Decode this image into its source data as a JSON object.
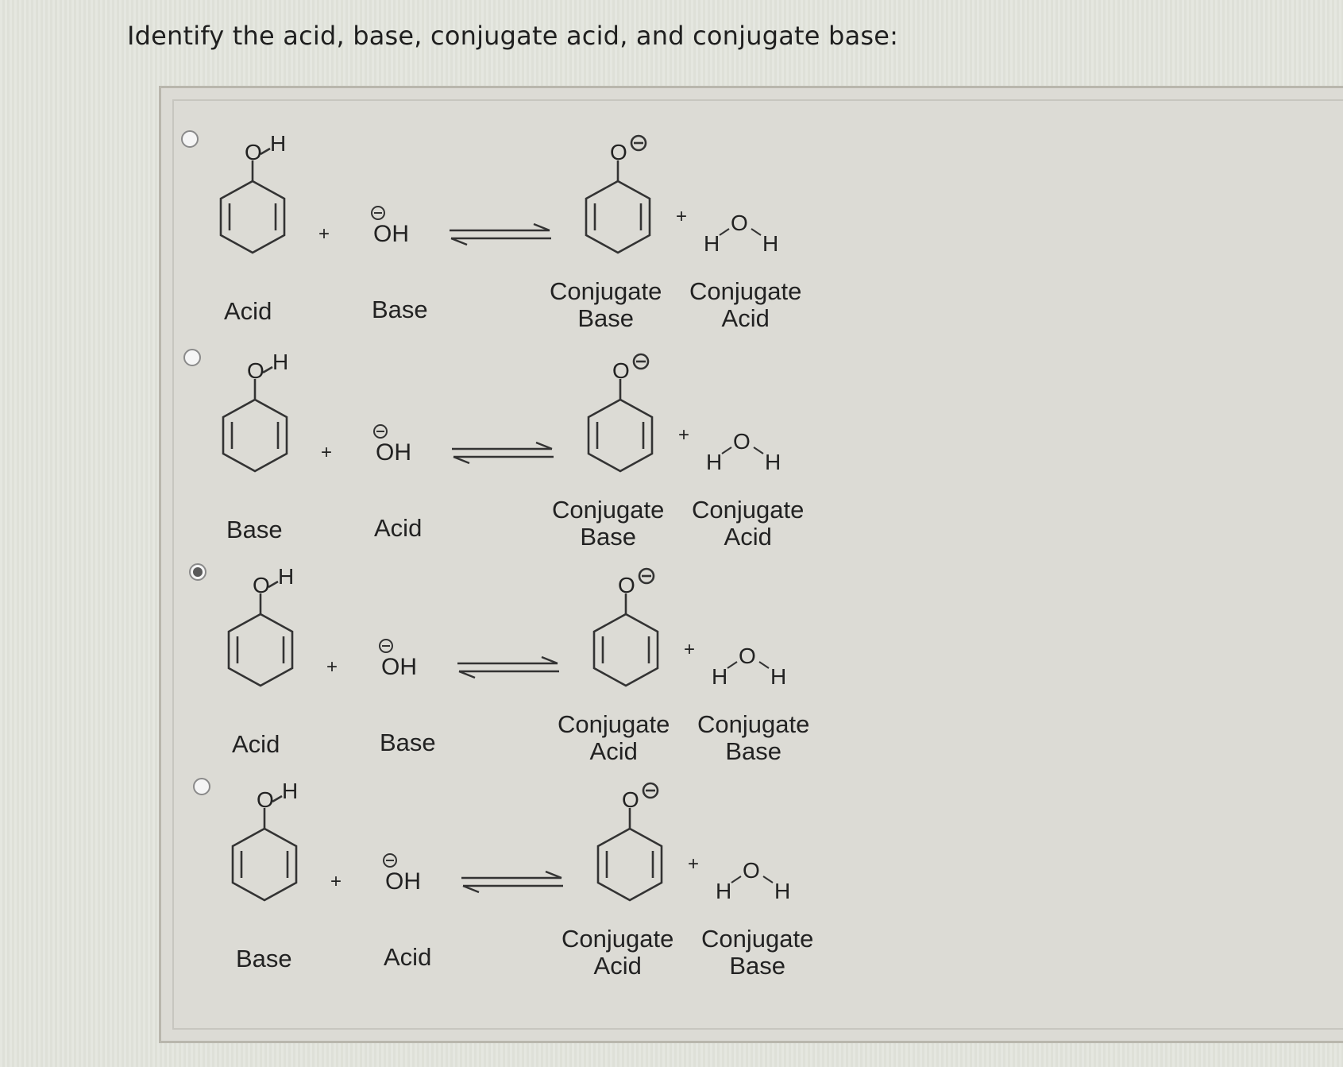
{
  "question": "Identify the acid, base, conjugate acid, and conjugate base:",
  "chem": {
    "O": "O",
    "H": "H",
    "OH": "OH",
    "plus": "+",
    "minus_symbol": "⊖"
  },
  "options": [
    {
      "selected": false,
      "reactant1_label": "Acid",
      "reactant2_label": "Base",
      "product1_label": [
        "Conjugate",
        "Base"
      ],
      "product2_label": [
        "Conjugate",
        "Acid"
      ]
    },
    {
      "selected": false,
      "reactant1_label": "Base",
      "reactant2_label": "Acid",
      "product1_label": [
        "Conjugate",
        "Base"
      ],
      "product2_label": [
        "Conjugate",
        "Acid"
      ]
    },
    {
      "selected": true,
      "reactant1_label": "Acid",
      "reactant2_label": "Base",
      "product1_label": [
        "Conjugate",
        "Acid"
      ],
      "product2_label": [
        "Conjugate",
        "Base"
      ]
    },
    {
      "selected": false,
      "reactant1_label": "Base",
      "reactant2_label": "Acid",
      "product1_label": [
        "Conjugate",
        "Acid"
      ],
      "product2_label": [
        "Conjugate",
        "Base"
      ]
    }
  ]
}
